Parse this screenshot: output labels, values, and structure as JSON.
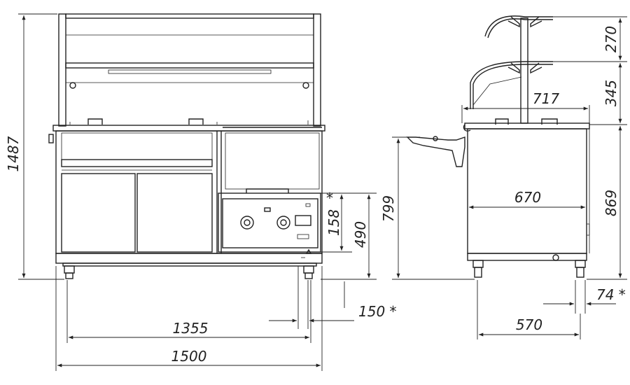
{
  "front_view": {
    "height_total": "1487",
    "width_total": "1500",
    "width_inner": "1355",
    "panel_height": "158",
    "panel_mark": "*",
    "level_490": "490",
    "offset_150": "150 *"
  },
  "side_view": {
    "shelf_270": "270",
    "shelf_345": "345",
    "depth_717": "717",
    "height_799": "799",
    "height_869": "869",
    "depth_670": "670",
    "depth_570": "570",
    "offset_74": "74 *"
  }
}
